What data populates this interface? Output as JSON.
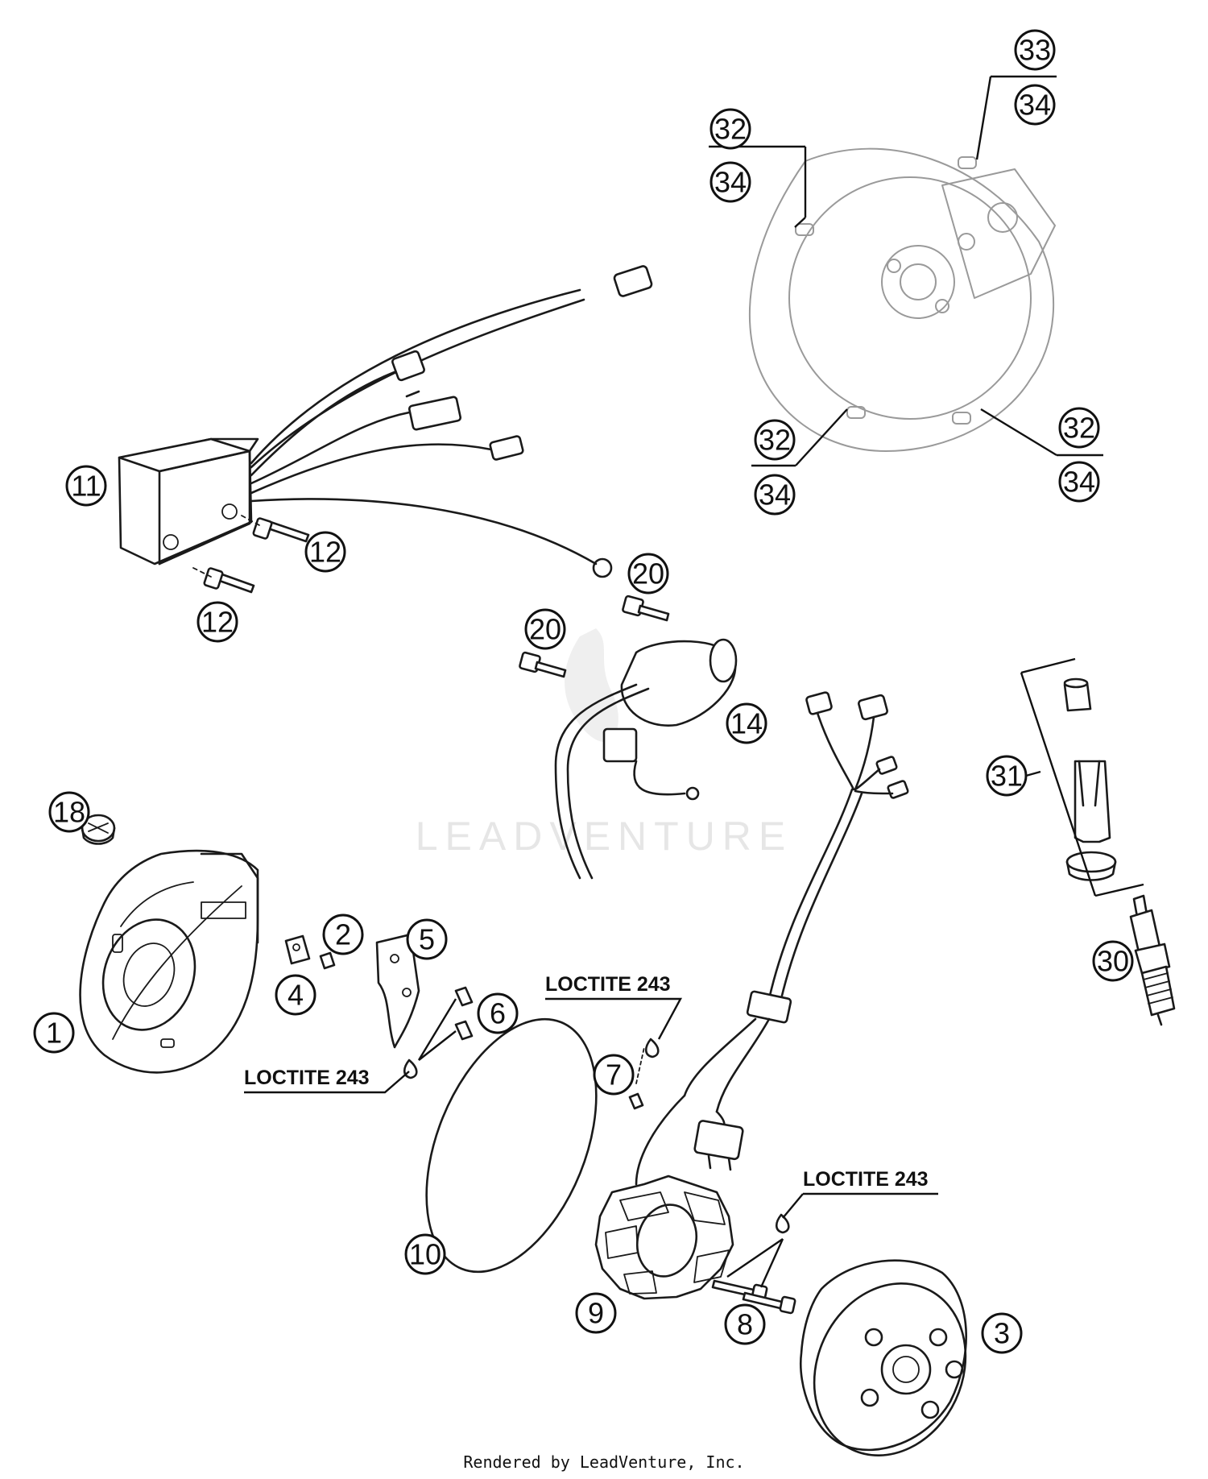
{
  "callouts": [
    {
      "id": "1",
      "label": "1"
    },
    {
      "id": "2",
      "label": "2"
    },
    {
      "id": "3",
      "label": "3"
    },
    {
      "id": "4",
      "label": "4"
    },
    {
      "id": "5",
      "label": "5"
    },
    {
      "id": "6",
      "label": "6"
    },
    {
      "id": "7",
      "label": "7"
    },
    {
      "id": "8",
      "label": "8"
    },
    {
      "id": "9",
      "label": "9"
    },
    {
      "id": "10",
      "label": "10"
    },
    {
      "id": "11",
      "label": "11"
    },
    {
      "id": "12a",
      "label": "12"
    },
    {
      "id": "12b",
      "label": "12"
    },
    {
      "id": "14",
      "label": "14"
    },
    {
      "id": "18",
      "label": "18"
    },
    {
      "id": "20a",
      "label": "20"
    },
    {
      "id": "20b",
      "label": "20"
    },
    {
      "id": "30",
      "label": "30"
    },
    {
      "id": "31",
      "label": "31"
    },
    {
      "id": "32a",
      "label": "32"
    },
    {
      "id": "34a",
      "label": "34"
    },
    {
      "id": "33",
      "label": "33"
    },
    {
      "id": "34b",
      "label": "34"
    },
    {
      "id": "32b",
      "label": "32"
    },
    {
      "id": "34c",
      "label": "34"
    },
    {
      "id": "32c",
      "label": "32"
    },
    {
      "id": "34d",
      "label": "34"
    }
  ],
  "notes": {
    "loctite_a": "LOCTITE 243",
    "loctite_b": "LOCTITE 243",
    "loctite_c": "LOCTITE 243"
  },
  "watermark": "LEADVENTURE",
  "footer": "Rendered by LeadVenture, Inc."
}
